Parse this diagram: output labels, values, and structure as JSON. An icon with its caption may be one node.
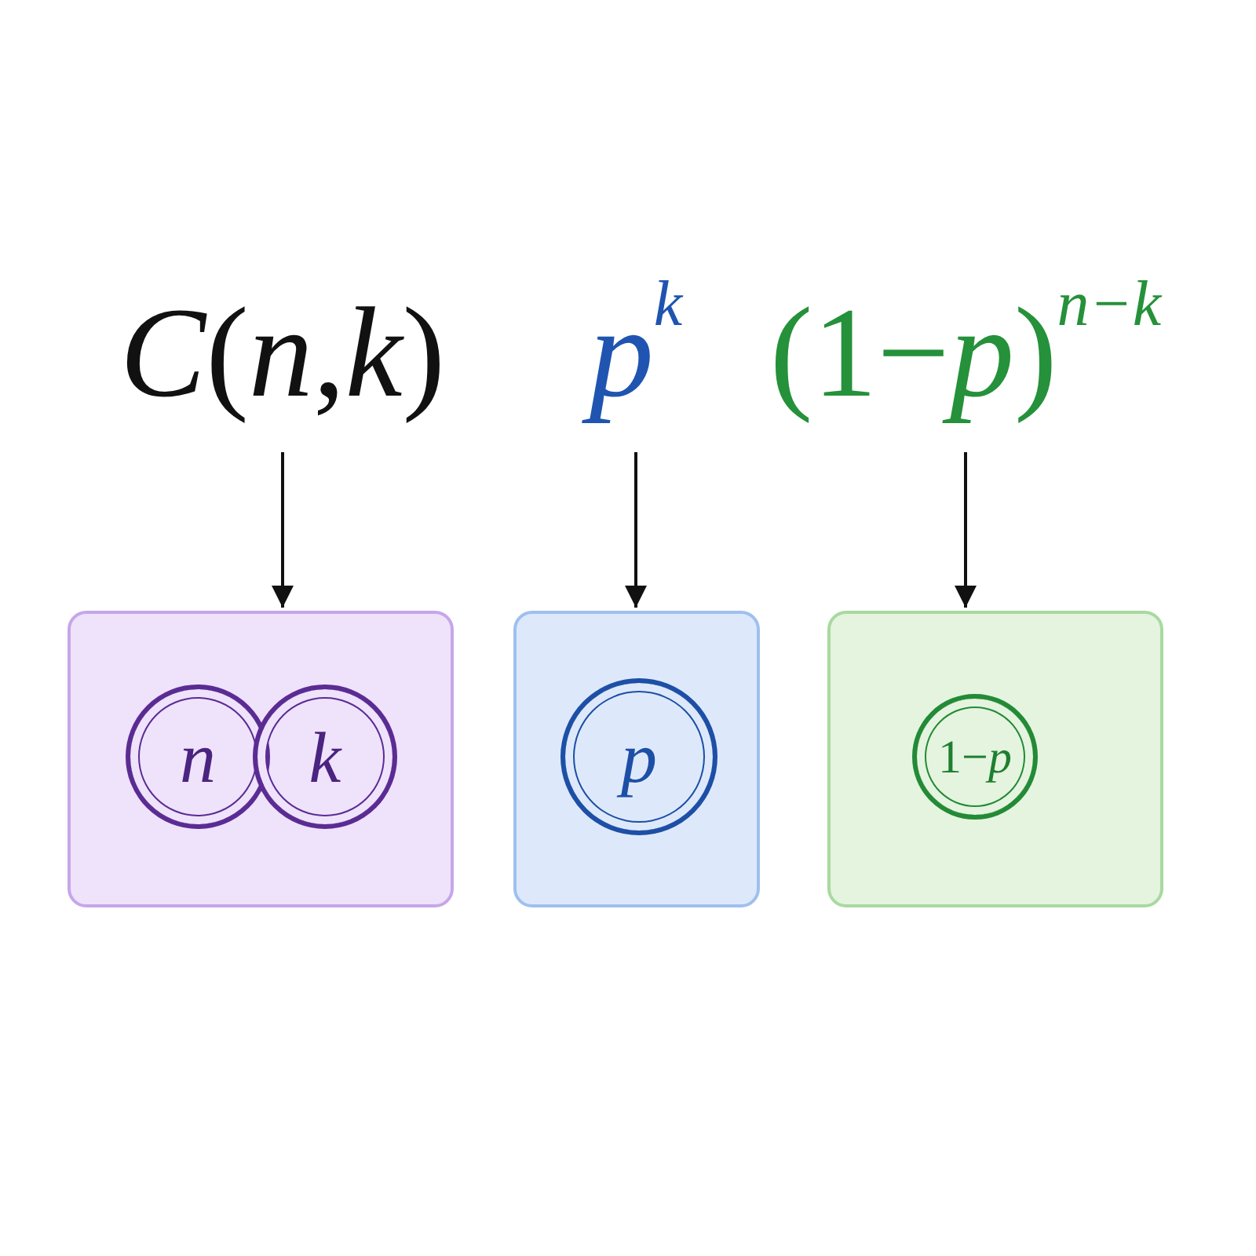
{
  "diagram": {
    "nodes": [
      {
        "text": [
          "*C*(*n*,*k*)"
        ]
      },
      {
        "text": [
          "*p*$^{k}$"
        ]
      },
      {
        "text": [
          "(1−*p*)$^{n−k}$"
        ]
      },
      {
        "text": [],
        "shape": "box"
      },
      {
        "text": [
          "*n*"
        ],
        "in": 3
      },
      {
        "text": [
          "*k*"
        ],
        "in": 3
      },
      {
        "text": [],
        "shape": "box"
      },
      {
        "text": [
          "*p*"
        ],
        "in": 6
      },
      {
        "text": [],
        "shape": "box"
      },
      {
        "text": [
          "1−*p*"
        ],
        "in": 8
      }
    ],
    "edges": [
      {
        "from": 0,
        "to": 3,
        "arrow": "to"
      },
      {
        "from": 1,
        "to": 6,
        "arrow": "to"
      },
      {
        "from": 2,
        "to": 8,
        "arrow": "to"
      }
    ]
  }
}
